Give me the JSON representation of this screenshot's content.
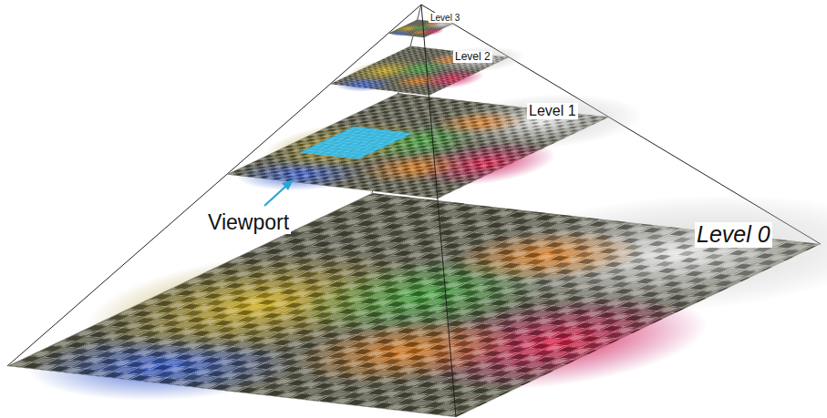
{
  "diagram": {
    "labels": [
      "Level 3",
      "Level 2",
      "Level 1",
      "Viewport",
      "Level 0"
    ]
  }
}
